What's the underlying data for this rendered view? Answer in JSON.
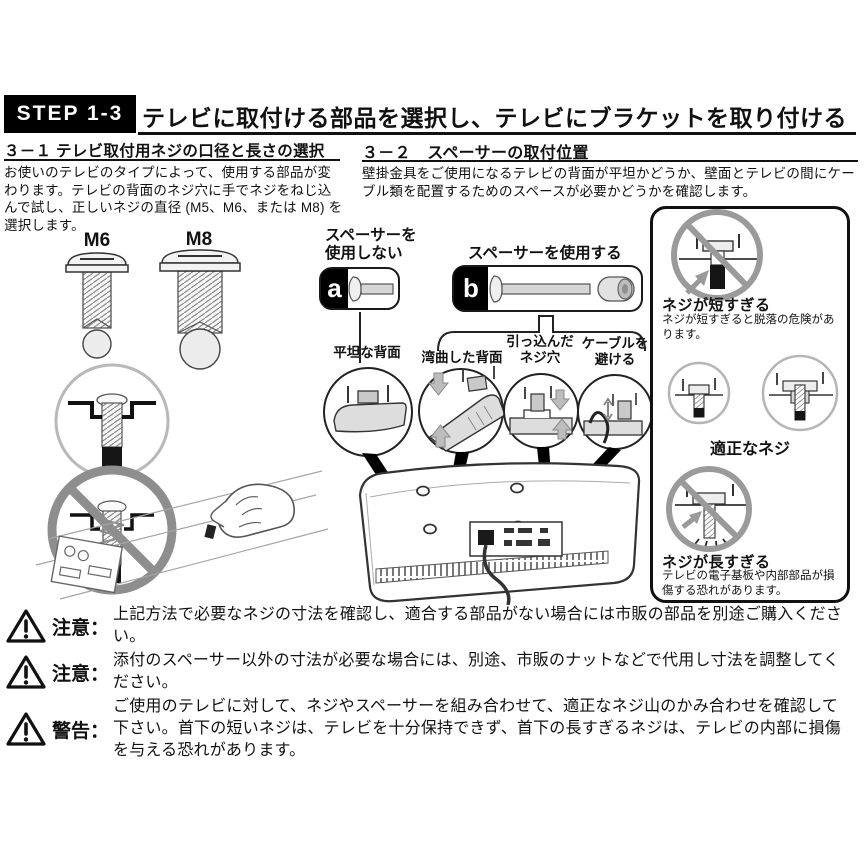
{
  "header": {
    "step": "STEP 1-3",
    "title": "テレビに取付ける部品を選択し、テレビにブラケットを取り付ける"
  },
  "section31": {
    "heading": "３－１ テレビ取付用ネジの口径と長さの選択",
    "body": "お使いのテレビのタイプによって、使用する部品が変わります。テレビの背面のネジ穴に手でネジをねじ込んで試し、正しいネジの直径 (M5、M6、または M8) を選択します。",
    "screw_m6": "M6",
    "screw_m8": "M8"
  },
  "section32": {
    "heading": "３－２　スペーサーの取付位置",
    "body": "壁掛金具をご使用になるテレビの背面が平坦かどうか、壁面とテレビの間にケーブル類を配置するためのスペースが必要かどうかを確認します。",
    "option_a": {
      "badge": "a",
      "label": "スペーサーを\n使用しない"
    },
    "option_b": {
      "badge": "b",
      "label": "スペーサーを使用する"
    },
    "callouts": [
      "平坦な背面",
      "湾曲した背面",
      "引っ込んだ\nネジ穴",
      "ケーブルを\n避ける"
    ]
  },
  "screw_guide": {
    "too_short_title": "ネジが短すぎる",
    "too_short_body": "ネジが短すぎると脱落の危険があります。",
    "correct_title": "適正なネジ",
    "too_long_title": "ネジが長すぎる",
    "too_long_body": "テレビの電子基板や内部部品が損傷する恐れがあります。"
  },
  "notices": [
    {
      "label": "注意：",
      "text": "上記方法で必要なネジの寸法を確認し、適合する部品がない場合には市販の部品を別途ご購入ください。"
    },
    {
      "label": "注意：",
      "text": "添付のスペーサー以外の寸法が必要な場合には、別途、市販のナットなどで代用し寸法を調整してください。"
    },
    {
      "label": "警告：",
      "text": "ご使用のテレビに対して、ネジやスペーサーを組み合わせて、適正なネジ山のかみ合わせを確認して下さい。首下の短いネジは、テレビを十分保持できず、首下の長すぎるネジは、テレビの内部に損傷を与える恐れがあります。"
    }
  ],
  "colors": {
    "ink": "#111111",
    "ring_gray": "#9a9a9a",
    "accent_black": "#000000"
  }
}
